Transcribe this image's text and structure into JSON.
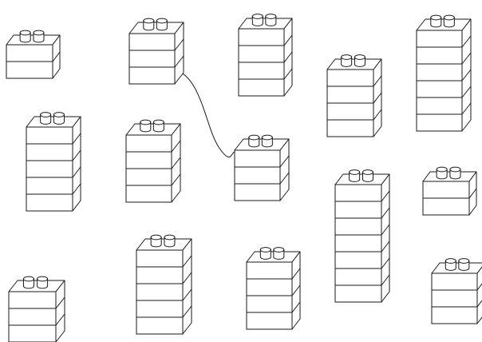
{
  "diagram": {
    "stroke_color": "#1a1a1a",
    "fill_color": "#ffffff",
    "stacks": [
      {
        "id": "stack-1",
        "layers": 2
      },
      {
        "id": "stack-2",
        "layers": 3
      },
      {
        "id": "stack-3",
        "layers": 4
      },
      {
        "id": "stack-4",
        "layers": 4
      },
      {
        "id": "stack-5",
        "layers": 6
      },
      {
        "id": "stack-6",
        "layers": 5
      },
      {
        "id": "stack-7",
        "layers": 4
      },
      {
        "id": "stack-8",
        "layers": 3
      },
      {
        "id": "stack-9",
        "layers": 7
      },
      {
        "id": "stack-10",
        "layers": 2
      },
      {
        "id": "stack-11",
        "layers": 3
      },
      {
        "id": "stack-12",
        "layers": 5
      },
      {
        "id": "stack-13",
        "layers": 4
      },
      {
        "id": "stack-14",
        "layers": 3
      }
    ],
    "connections": [
      {
        "from": "stack-2",
        "to": "stack-8"
      }
    ]
  }
}
